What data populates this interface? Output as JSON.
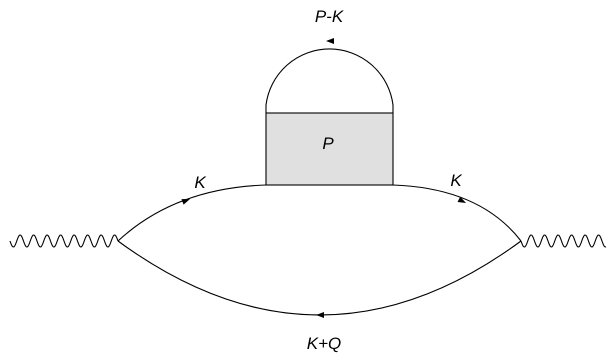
{
  "labels": {
    "loop_momentum": "P-K",
    "box_momentum": "P",
    "upper_left_momentum": "K",
    "upper_right_momentum": "K",
    "lower_momentum": "K+Q"
  },
  "colors": {
    "line": "#000000",
    "box_fill": "#e0e0e0",
    "background": "#ffffff"
  }
}
